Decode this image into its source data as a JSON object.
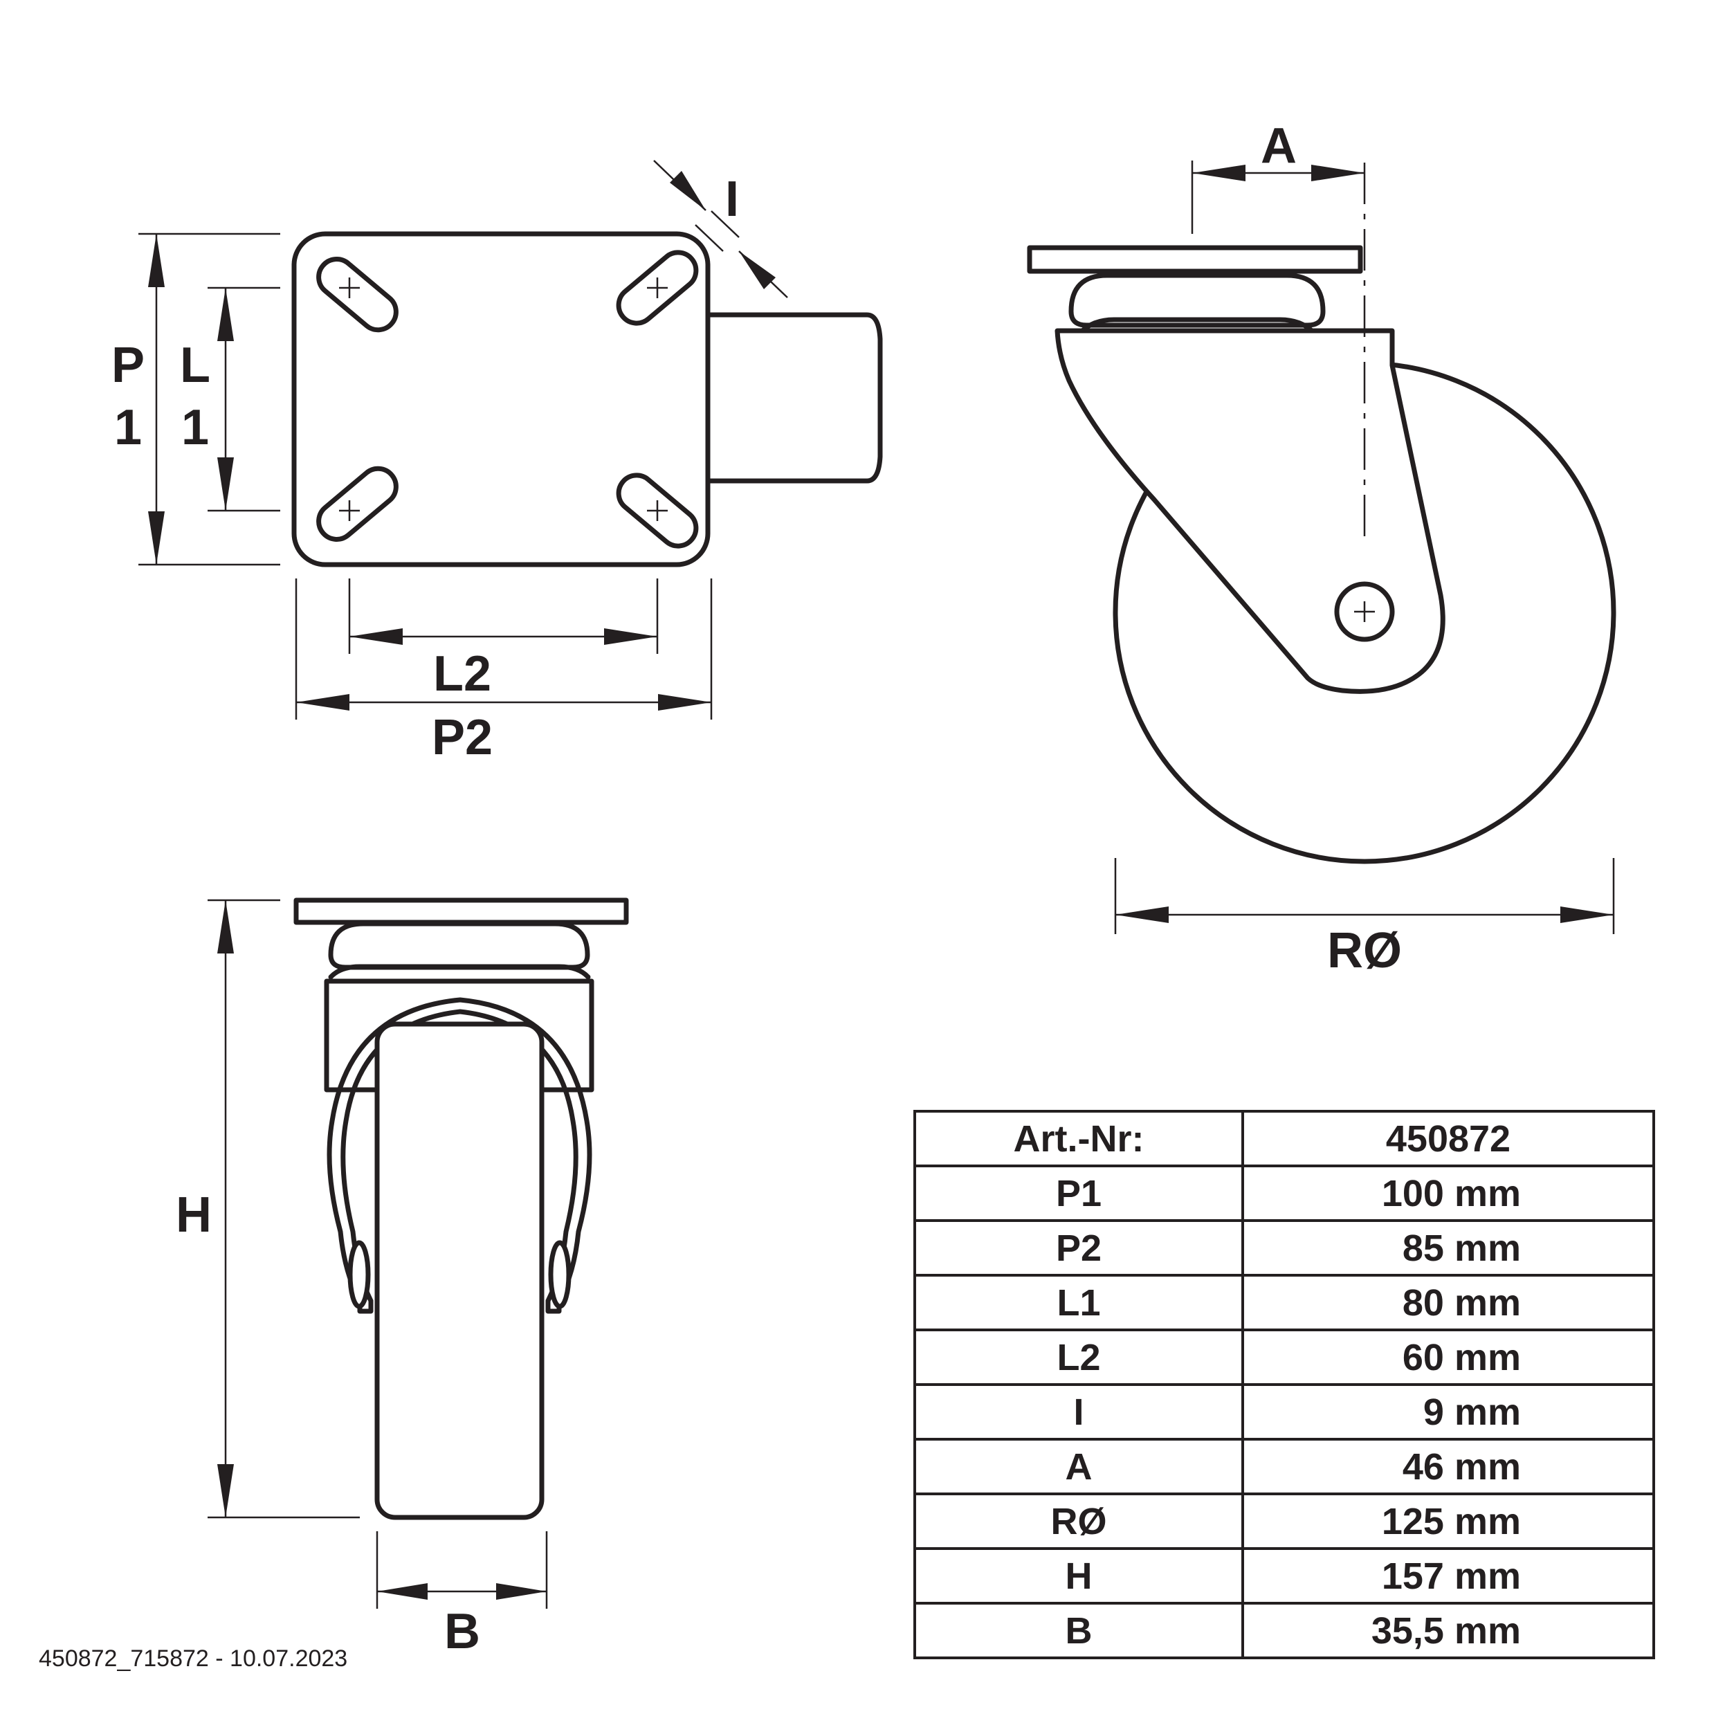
{
  "labels": {
    "P1_top": "P",
    "P1_bottom": "1",
    "L1_top": "L",
    "L1_bottom": "1",
    "L2": "L2",
    "P2": "P2",
    "I": "I",
    "A": "A",
    "R": "RØ",
    "H": "H",
    "B": "B"
  },
  "table": {
    "header": {
      "label": "Art.-Nr:",
      "value": "450872"
    },
    "rows": [
      {
        "label": "P1",
        "value": "100 mm"
      },
      {
        "label": "P2",
        "value": "85 mm"
      },
      {
        "label": "L1",
        "value": "80 mm"
      },
      {
        "label": "L2",
        "value": "60 mm"
      },
      {
        "label": "I",
        "value": "9 mm"
      },
      {
        "label": "A",
        "value": "46 mm"
      },
      {
        "label": "RØ",
        "value": "125 mm"
      },
      {
        "label": "H",
        "value": "157 mm"
      },
      {
        "label": "B",
        "value": "35,5 mm"
      }
    ]
  },
  "footer": "450872_715872 - 10.07.2023",
  "colors": {
    "ink": "#231f20",
    "paper": "#ffffff"
  }
}
